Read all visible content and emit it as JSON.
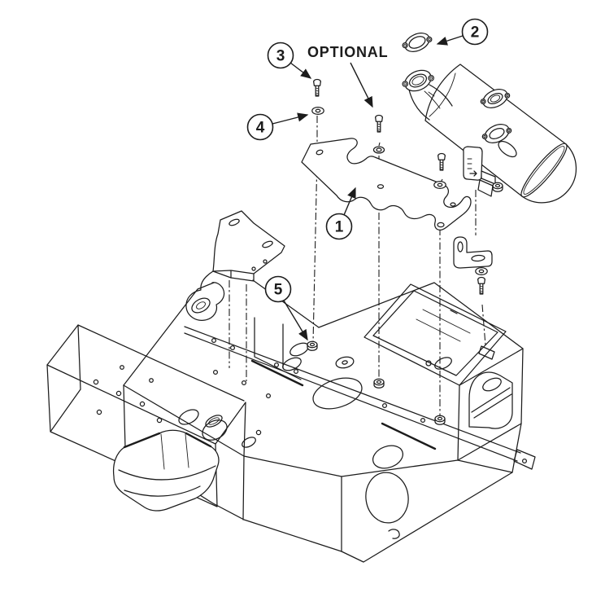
{
  "figure": {
    "background_color": "#ffffff",
    "line_color": "#1c1c1c",
    "optional_label": "OPTIONAL",
    "callouts": {
      "c1": "1",
      "c2": "2",
      "c3": "3",
      "c4": "4",
      "c5": "5"
    }
  }
}
